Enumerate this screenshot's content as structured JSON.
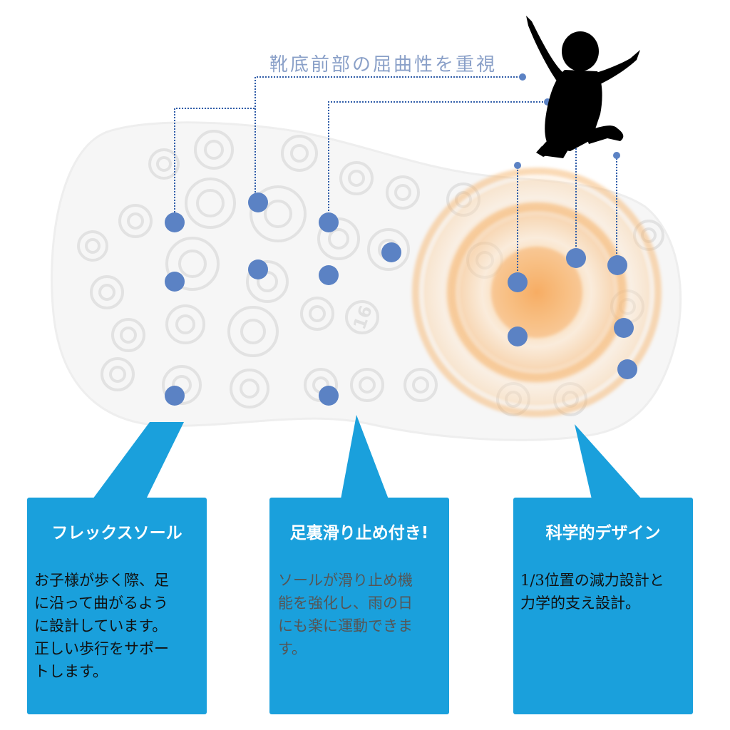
{
  "header": {
    "top_label": "靴底前部の屈曲性を重視"
  },
  "sole": {
    "size_mark": "16"
  },
  "cards": [
    {
      "title": "フレックスソール",
      "lines": [
        "お子様が歩く際、足",
        "に沿って曲がるよう",
        "に設計しています。",
        "正しい歩行をサポー",
        "トします。"
      ]
    },
    {
      "title": "足裏滑り止め付き!",
      "lines": [
        "ソールが滑り止め機",
        "能を強化し、雨の日",
        "にも楽に運動できま",
        "す。"
      ]
    },
    {
      "title": "科学的デザイン",
      "lines": [
        "1/3位置の減力設計と",
        "力学的支え設計。"
      ]
    }
  ],
  "colors": {
    "card_bg": "#1aa0dc",
    "dot": "#5b82c4",
    "connector": "#2f5ca8",
    "label": "#8aa0c8",
    "glow": "#f4a24a",
    "silhouette": "#000000"
  }
}
